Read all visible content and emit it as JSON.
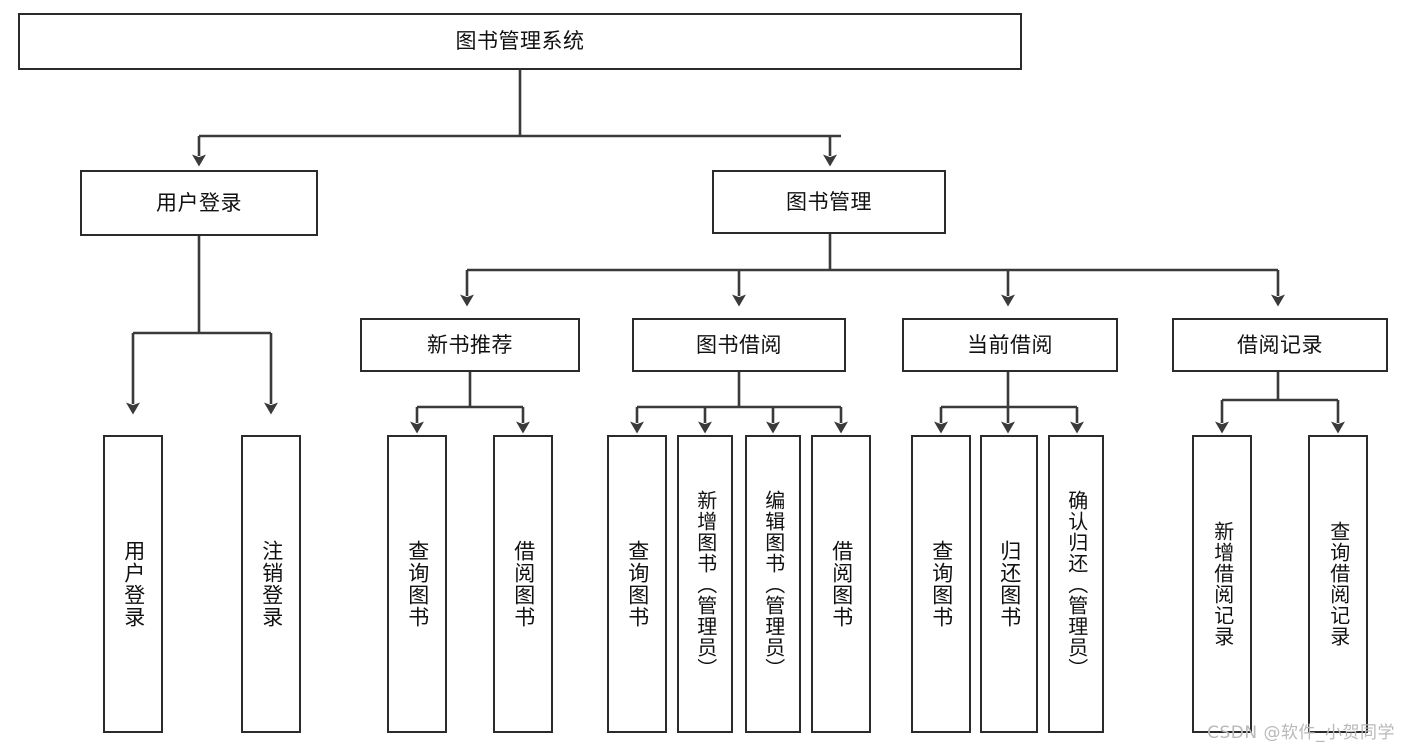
{
  "diagram": {
    "title": "图书管理系统",
    "type": "tree",
    "watermark": "CSDN @软件_小贺同学",
    "colors": {
      "box_border": "#2b2b2b",
      "box_fill": "#ffffff",
      "connector": "#3a3a3a",
      "text": "#111111",
      "watermark": "#b9b9b9",
      "background": "#ffffff"
    },
    "nodes": {
      "root": {
        "label": "图书管理系统",
        "level": 1
      },
      "l2": [
        {
          "id": "user-login",
          "label": "用户登录",
          "level": 2
        },
        {
          "id": "book-manage",
          "label": "图书管理",
          "level": 2
        }
      ],
      "l3": [
        {
          "id": "new-book-rec",
          "label": "新书推荐",
          "level": 3,
          "parent": "book-manage"
        },
        {
          "id": "book-borrow",
          "label": "图书借阅",
          "level": 3,
          "parent": "book-manage"
        },
        {
          "id": "current-borrow",
          "label": "当前借阅",
          "level": 3,
          "parent": "book-manage"
        },
        {
          "id": "borrow-record",
          "label": "借阅记录",
          "level": 3,
          "parent": "book-manage"
        }
      ],
      "leaves": [
        {
          "id": "leaf-user-login",
          "label": "用户登录",
          "parent": "user-login"
        },
        {
          "id": "leaf-user-logout",
          "label": "注销登录",
          "parent": "user-login"
        },
        {
          "id": "leaf-query-book-rec",
          "label": "查询图书",
          "parent": "new-book-rec"
        },
        {
          "id": "leaf-borrow-book-rec",
          "label": "借阅图书",
          "parent": "new-book-rec"
        },
        {
          "id": "leaf-query-book-bor",
          "label": "查询图书",
          "parent": "book-borrow"
        },
        {
          "id": "leaf-add-book",
          "label": "新增图书（管理员）",
          "parent": "book-borrow"
        },
        {
          "id": "leaf-edit-book",
          "label": "编辑图书（管理员）",
          "parent": "book-borrow"
        },
        {
          "id": "leaf-borrow-book",
          "label": "借阅图书",
          "parent": "book-borrow"
        },
        {
          "id": "leaf-query-book-cur",
          "label": "查询图书",
          "parent": "current-borrow"
        },
        {
          "id": "leaf-return-book",
          "label": "归还图书",
          "parent": "current-borrow"
        },
        {
          "id": "leaf-confirm-return",
          "label": "确认归还（管理员）",
          "parent": "current-borrow"
        },
        {
          "id": "leaf-add-record",
          "label": "新增借阅记录",
          "parent": "borrow-record"
        },
        {
          "id": "leaf-query-record",
          "label": "查询借阅记录",
          "parent": "borrow-record"
        }
      ]
    }
  }
}
